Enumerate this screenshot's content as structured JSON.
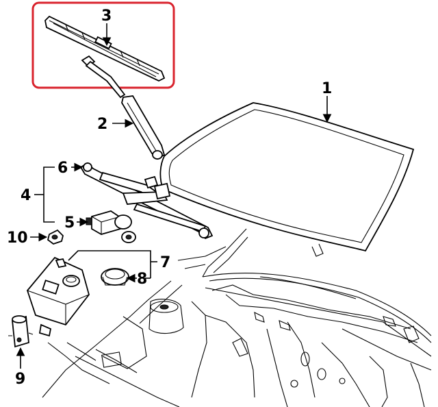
{
  "callouts": {
    "c1": "1",
    "c2": "2",
    "c3": "3",
    "c4": "4",
    "c5": "5",
    "c6": "6",
    "c7": "7",
    "c8": "8",
    "c9": "9",
    "c10": "10"
  },
  "colors": {
    "highlight": "#d9232d",
    "ink": "#000000",
    "background": "#ffffff"
  }
}
